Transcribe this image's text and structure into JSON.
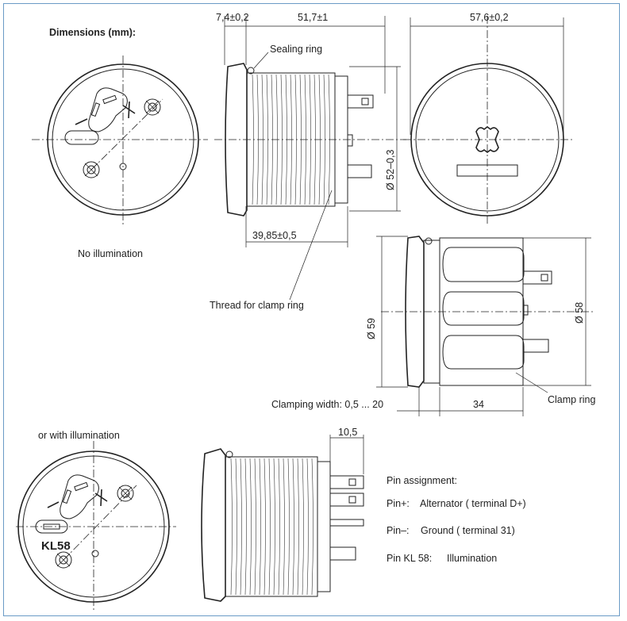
{
  "title": "Dimensions (mm):",
  "dimensions": {
    "d1": "7,4±0,2",
    "d2": "51,7±1",
    "d3": "57,6±0,2",
    "d4": "Ø 52–0,3",
    "d5": "39,85±0,5",
    "d6": "Ø 59",
    "d7": "Ø 58",
    "d8": "34",
    "d9": "10,5"
  },
  "labels": {
    "sealing_ring": "Sealing ring",
    "thread": "Thread for clamp ring",
    "no_illum": "No illumination",
    "clamping_width": "Clamping width: 0,5 ... 20",
    "clamp_ring": "Clamp ring",
    "with_illum": "or with illumination",
    "kl58": "KL58"
  },
  "pins": {
    "heading": "Pin assignment:",
    "items": [
      {
        "pin": "Pin+:",
        "desc": "Alternator ( terminal D+)"
      },
      {
        "pin": "Pin–:",
        "desc": "Ground  ( terminal 31)"
      },
      {
        "pin": "Pin KL 58:",
        "desc": "Illumination"
      }
    ]
  }
}
